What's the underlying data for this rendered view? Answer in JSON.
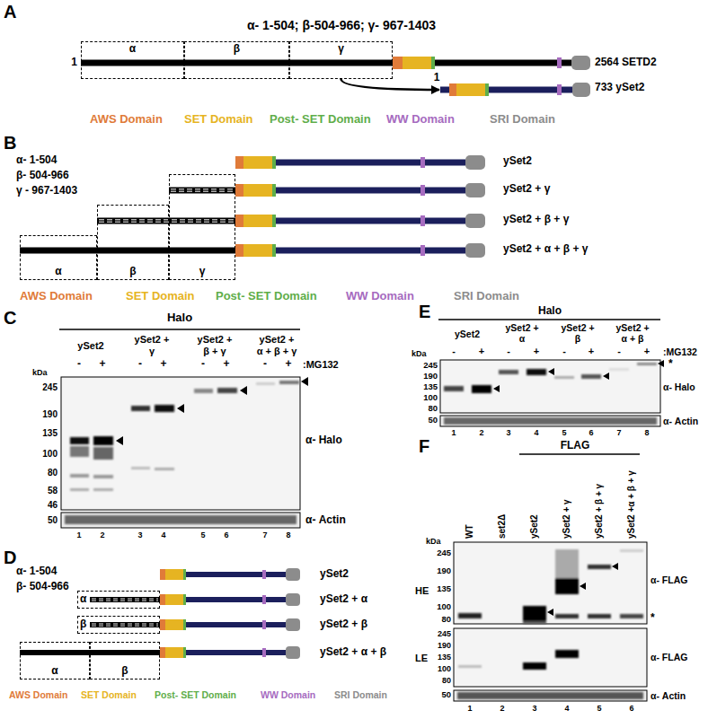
{
  "diagram": {
    "nodes": [
      {
        "text": [
          "α"
        ]
      },
      {
        "text": [
          "β"
        ]
      },
      {
        "text": [
          "γ"
        ]
      },
      {
        "text": [
          "733 ySet2"
        ]
      },
      {
        "text": [
          "α"
        ]
      },
      {
        "text": [
          "β"
        ]
      },
      {
        "text": [
          "γ"
        ]
      },
      {
        "text": [
          "α"
        ]
      },
      {
        "text": [
          "β"
        ]
      },
      {
        "text": [
          "α"
        ]
      },
      {
        "text": [
          "β"
        ]
      }
    ],
    "edges": [
      {
        "from": 2,
        "to": 3,
        "arrow": "to"
      }
    ],
    "labels": [
      "A",
      "α- 1-504; β-504-966; γ- 967-1403",
      "1",
      "2564 SETD2",
      "1",
      "B",
      "α- 1-504",
      "β- 504-966",
      "γ - 967-1403",
      "ySet2",
      "ySet2 + γ",
      "ySet2 + β + γ",
      "ySet2 + α + β + γ",
      "C",
      "Halo",
      "ySet2",
      "ySet2 +",
      "γ",
      "ySet2 +",
      "β + γ",
      "ySet2 +",
      "α + β + γ",
      "-",
      "+",
      "-",
      "+",
      "-",
      "+",
      "-",
      "+",
      ":MG132",
      "kDa",
      "245",
      "190",
      "135",
      "100",
      "80",
      "58",
      "46",
      "50",
      "α- Halo",
      "α- Actin",
      "1",
      "2",
      "3",
      "4",
      "5",
      "6",
      "7",
      "8",
      "D",
      "α- 1-504",
      "β- 504-966",
      "ySet2",
      "ySet2 + α",
      "ySet2 + β",
      "ySet2 + α + β",
      "E",
      "Halo",
      "ySet2",
      "ySet2 +",
      "α",
      "ySet2 +",
      "β",
      "ySet2 +",
      "α + β",
      "-",
      "+",
      "-",
      "+",
      "-",
      "+",
      "-",
      "+",
      ":MG132",
      "kDa",
      "245",
      "190",
      "135",
      "100",
      "80",
      "50",
      "α- Halo",
      "α- Actin",
      "*",
      "1",
      "2",
      "3",
      "4",
      "5",
      "6",
      "7",
      "8",
      "F",
      "FLAG",
      "WT",
      "set2Δ",
      "ySet2",
      "ySet2 + γ",
      "ySet2 + β + γ",
      "ySet2 +α + β + γ",
      "kDa",
      "HE",
      "245",
      "190",
      "135",
      "100",
      "80",
      "α- FLAG",
      "*",
      "LE",
      "245",
      "190",
      "135",
      "100",
      "80",
      "α- FLAG",
      "50",
      "α- Actin",
      "1",
      "2",
      "3",
      "4",
      "5",
      "6"
    ],
    "legend": [
      {
        "text": "AWS Domain",
        "color": "#e07b39"
      },
      {
        "text": "SET Domain",
        "color": "#e6b422"
      },
      {
        "text": "Post- SET Domain",
        "color": "#5fae4a"
      },
      {
        "text": "WW Domain",
        "color": "#a66bbf"
      },
      {
        "text": "SRI Domain",
        "color": "#8c8c8c"
      },
      {
        "text": "AWS Domain",
        "color": "#e07b39"
      },
      {
        "text": "SET Domain",
        "color": "#e6b422"
      },
      {
        "text": "Post- SET Domain",
        "color": "#5fae4a"
      },
      {
        "text": "WW Domain",
        "color": "#a66bbf"
      },
      {
        "text": "SRI Domain",
        "color": "#8c8c8c"
      },
      {
        "text": "AWS Domain",
        "color": "#e07b39"
      },
      {
        "text": "SET Domain",
        "color": "#e6b422"
      },
      {
        "text": "Post- SET Domain",
        "color": "#5fae4a"
      },
      {
        "text": "WW Domain",
        "color": "#a66bbf"
      },
      {
        "text": "SRI Domain",
        "color": "#8c8c8c"
      }
    ]
  }
}
